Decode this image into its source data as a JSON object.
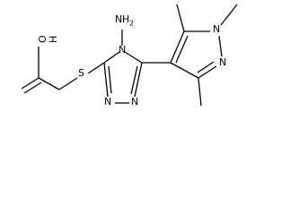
{
  "structure": {
    "atoms": {
      "n_amino": "N",
      "h2_amino": "H",
      "sub_2": "2",
      "n4_ring": "N",
      "s_thio": "S",
      "n_tri_left": "N",
      "n_tri_right": "N",
      "n_pyr_top": "N",
      "n_pyr_right": "N",
      "o_acid": "O",
      "h_acid": "H"
    },
    "labels": {
      "amino": "NH",
      "amino_sub": "2",
      "hydroxyl": "OH"
    }
  },
  "colors": {
    "bond": "#000000",
    "text": "#000000",
    "background": "#ffffff"
  }
}
